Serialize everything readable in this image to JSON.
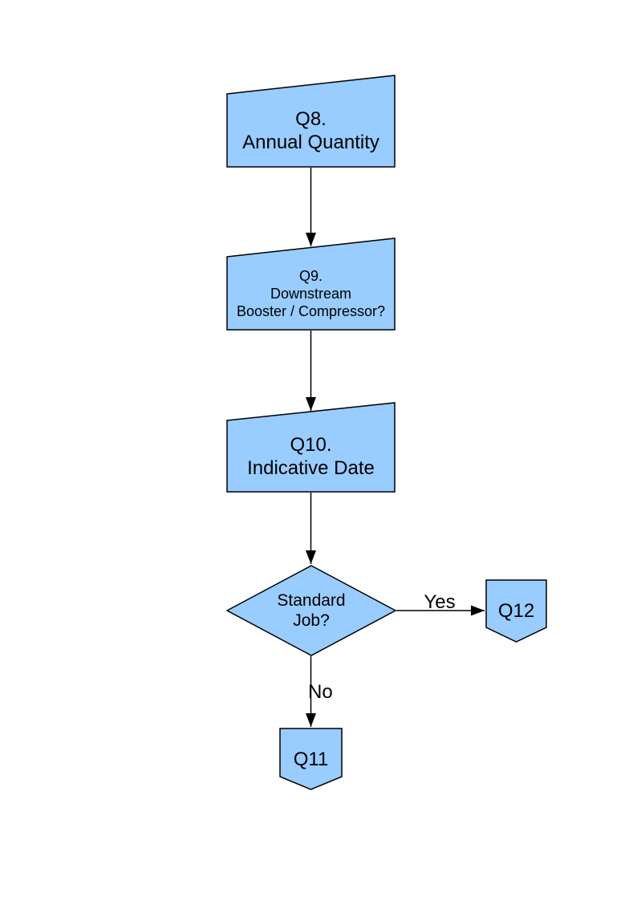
{
  "diagram": {
    "background_color": "#ffffff",
    "node_fill_color": "#99ccff",
    "node_border_color": "#000000",
    "edge_color": "#000000",
    "text_color": "#000000",
    "nodes": [
      {
        "id": "q8",
        "type": "manual-input",
        "lines": [
          "Q8.",
          "Annual Quantity"
        ]
      },
      {
        "id": "q9",
        "type": "manual-input",
        "lines": [
          "Q9.",
          "Downstream",
          "Booster / Compressor?"
        ]
      },
      {
        "id": "q10",
        "type": "manual-input",
        "lines": [
          "Q10.",
          "Indicative Date"
        ]
      },
      {
        "id": "standard-job",
        "type": "decision",
        "lines": [
          "Standard",
          "Job?"
        ]
      },
      {
        "id": "q12",
        "type": "off-page-connector",
        "lines": [
          "Q12"
        ]
      },
      {
        "id": "q11",
        "type": "off-page-connector",
        "lines": [
          "Q11"
        ]
      }
    ],
    "edges": [
      {
        "from": "q8",
        "to": "q9",
        "label": ""
      },
      {
        "from": "q9",
        "to": "q10",
        "label": ""
      },
      {
        "from": "q10",
        "to": "standard-job",
        "label": ""
      },
      {
        "from": "standard-job",
        "to": "q12",
        "label": "Yes"
      },
      {
        "from": "standard-job",
        "to": "q11",
        "label": "No"
      }
    ]
  }
}
